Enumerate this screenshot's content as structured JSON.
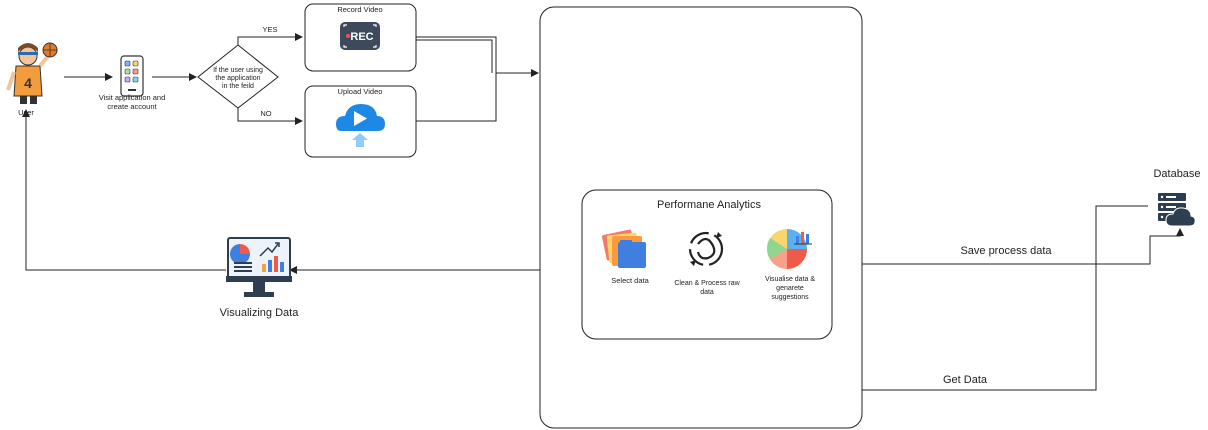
{
  "user": {
    "label": "User"
  },
  "app_step": {
    "label_line1": "Visit application and",
    "label_line2": "create account"
  },
  "decision": {
    "line1": "If the user using",
    "line2": "the application",
    "line3": "in the feild"
  },
  "branches": {
    "yes": "YES",
    "no": "NO"
  },
  "record_video": {
    "title": "Record Video",
    "icon_text": "REC"
  },
  "upload_video": {
    "title": "Upload Video"
  },
  "analytics": {
    "title": "Performane Analytics",
    "select_data": "Select data",
    "clean_line1": "Clean & Process raw",
    "clean_line2": "data",
    "visualise_line1": "Visualise data &",
    "visualise_line2": "genarete",
    "visualise_line3": "suggestions"
  },
  "visualizing": {
    "label": "Visualizing Data"
  },
  "database": {
    "label": "Database"
  },
  "edges": {
    "save": "Save process data",
    "get": "Get Data"
  },
  "colors": {
    "primary_blue": "#1e88e5",
    "orange": "#f39c3d",
    "line": "#222222"
  }
}
